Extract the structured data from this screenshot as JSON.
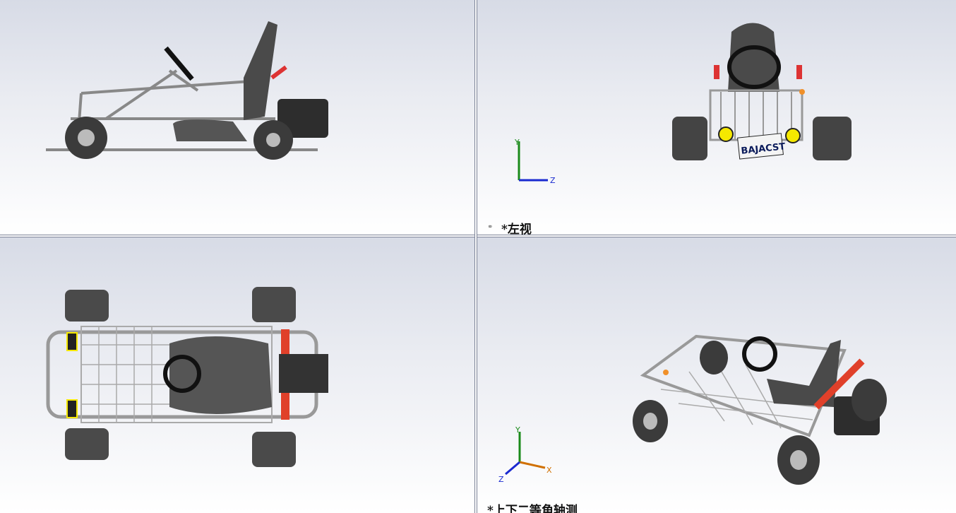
{
  "viewports": {
    "top_left": {
      "label": ""
    },
    "top_right": {
      "label": "*左视",
      "plate_text": "BAJACST"
    },
    "bottom_left": {
      "label": ""
    },
    "bottom_right": {
      "label": "*上下二等角轴测"
    }
  },
  "triad": {
    "x": "X",
    "y": "Y",
    "z": "Z"
  },
  "colors": {
    "frame": "#b9bcc4",
    "tire": "#4a4a4a",
    "accent_red": "#e0402a",
    "yellow": "#f5e800",
    "triad_x": "#d03000",
    "triad_y": "#1a8a1a",
    "triad_z": "#1a2ad0"
  }
}
